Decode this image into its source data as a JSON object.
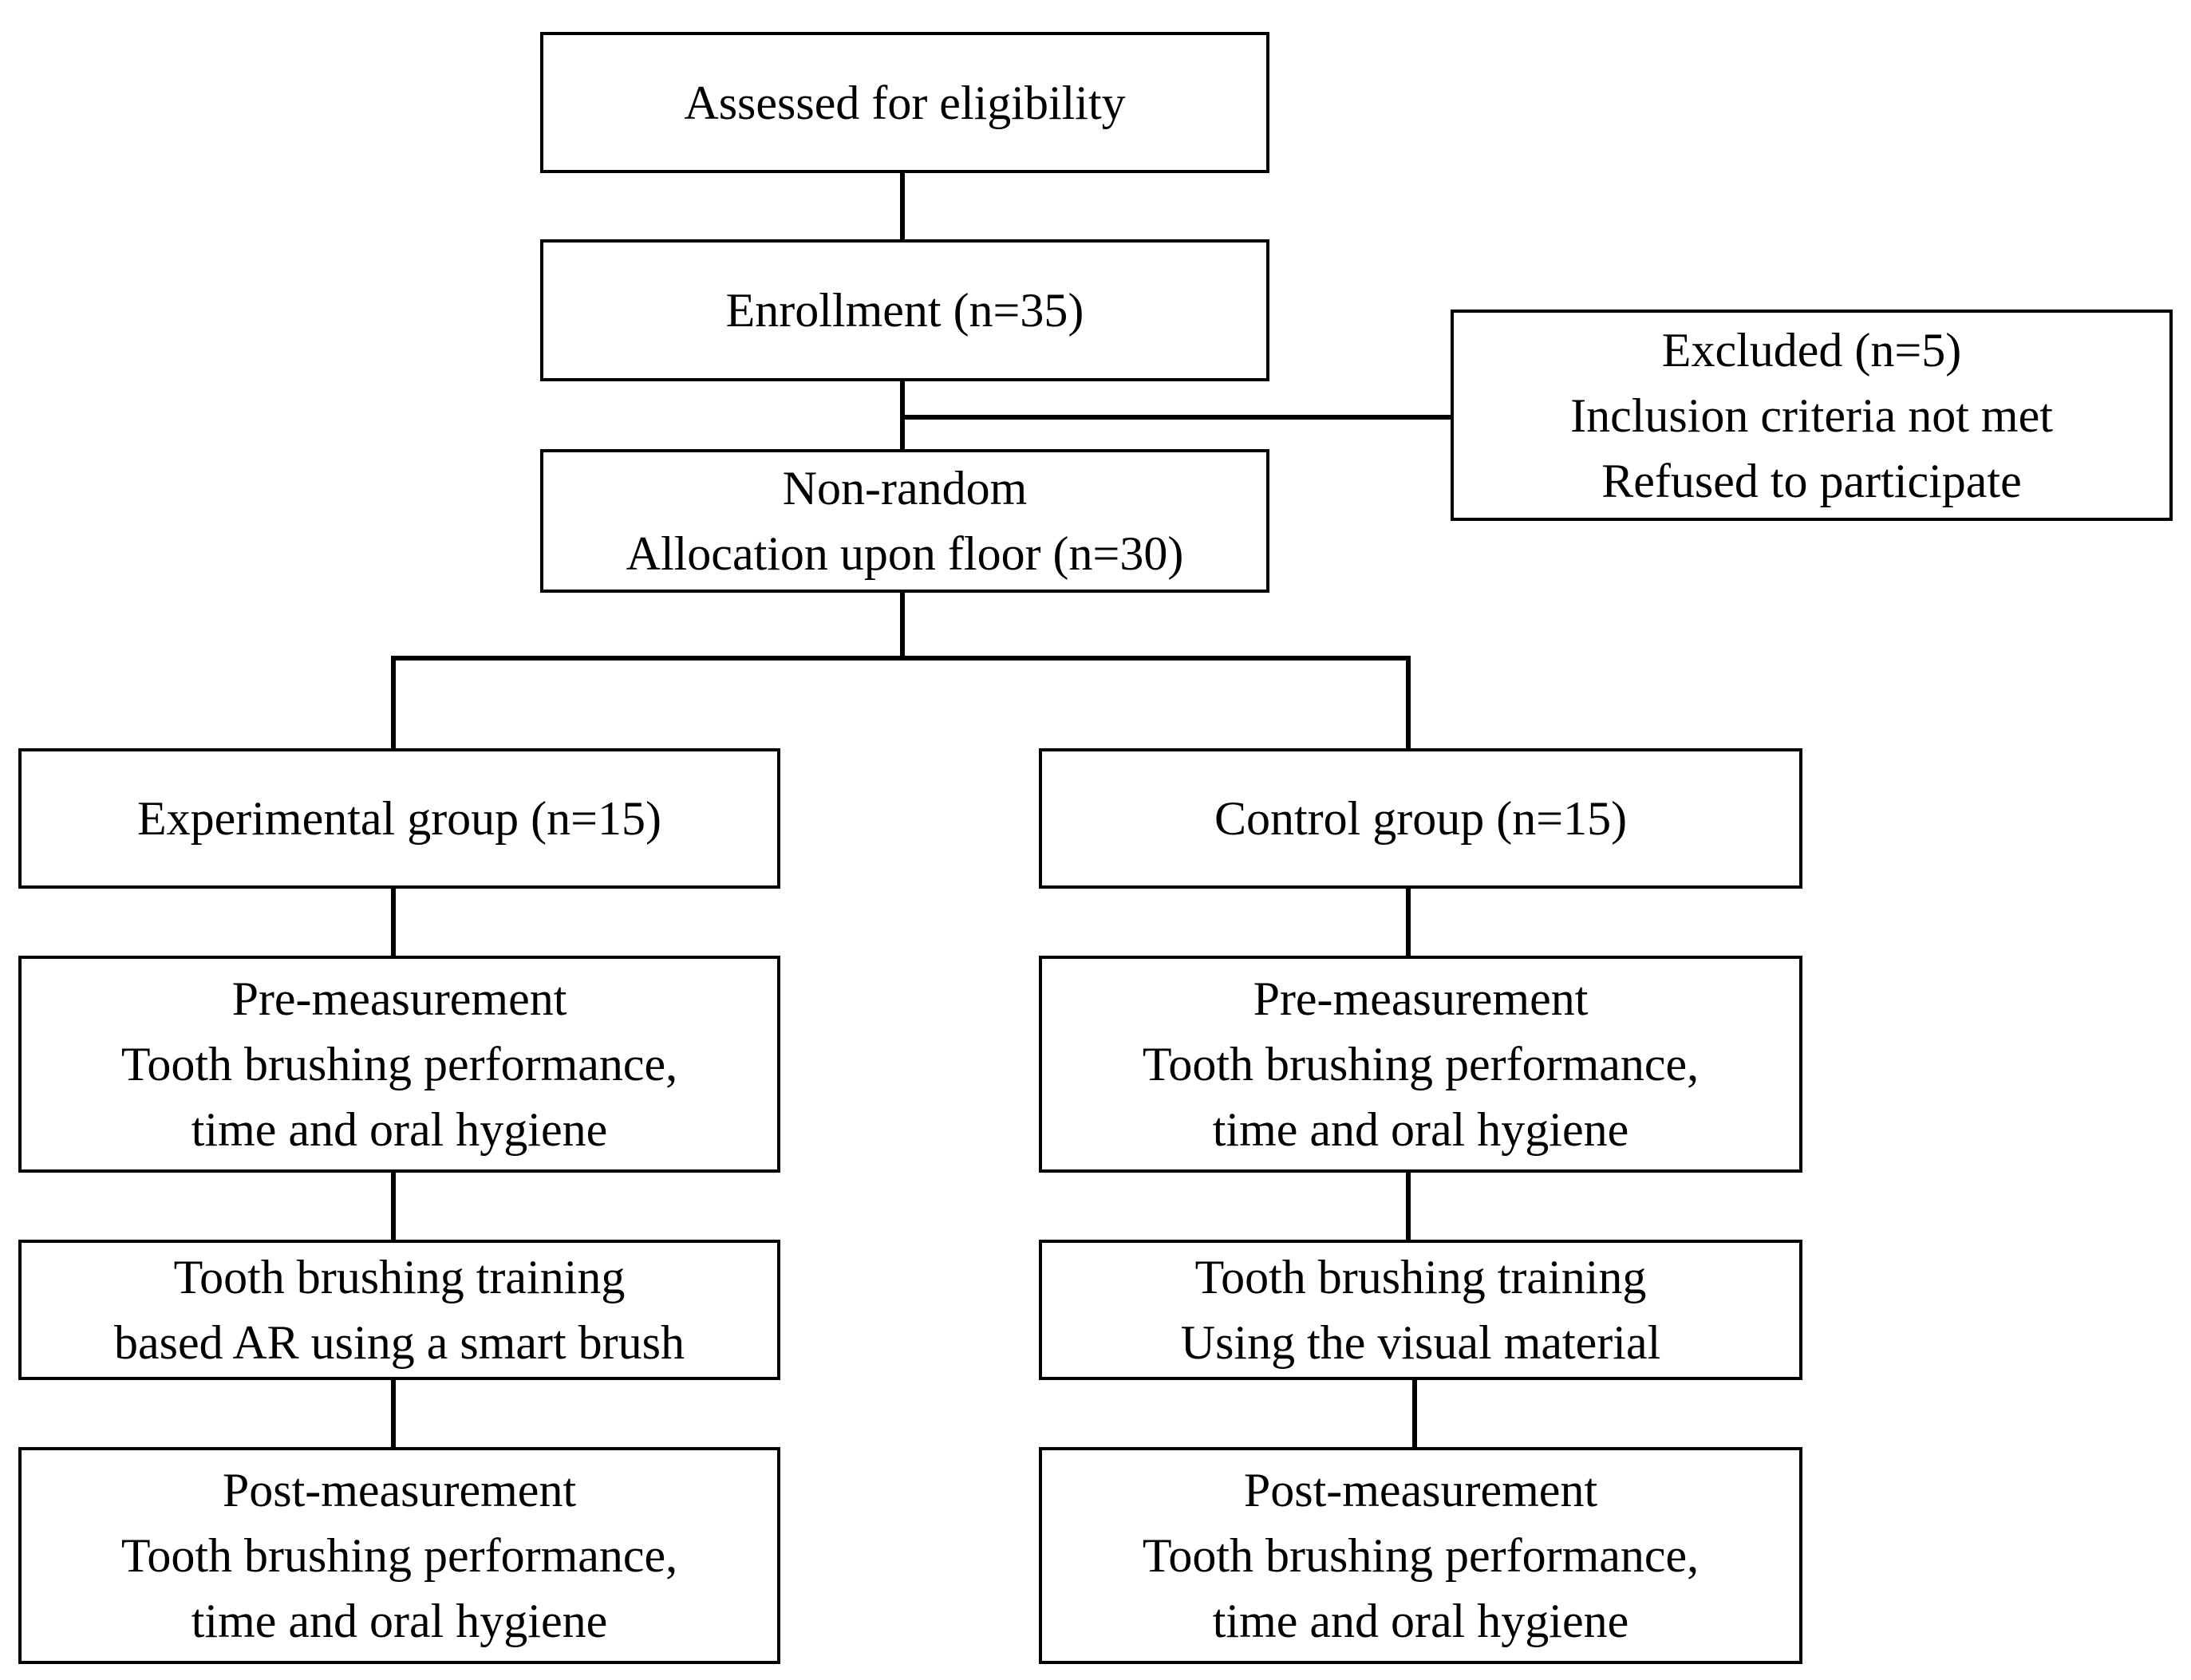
{
  "nodes": {
    "assessed": {
      "lines": [
        "Assessed for eligibility"
      ]
    },
    "enrollment": {
      "lines": [
        "Enrollment (n=35)"
      ]
    },
    "excluded": {
      "lines": [
        "Excluded (n=5)",
        "Inclusion criteria not met",
        "Refused to participate"
      ]
    },
    "allocation": {
      "lines": [
        "Non-random",
        "Allocation upon floor (n=30)"
      ]
    },
    "exp_group": {
      "lines": [
        "Experimental group (n=15)"
      ]
    },
    "ctrl_group": {
      "lines": [
        "Control group (n=15)"
      ]
    },
    "exp_pre": {
      "lines": [
        "Pre-measurement",
        "Tooth brushing performance,",
        "time and oral hygiene"
      ]
    },
    "ctrl_pre": {
      "lines": [
        "Pre-measurement",
        "Tooth brushing performance,",
        "time and oral hygiene"
      ]
    },
    "exp_training": {
      "lines": [
        "Tooth brushing training",
        "based AR using a smart brush"
      ]
    },
    "ctrl_training": {
      "lines": [
        "Tooth brushing training",
        "Using the visual material"
      ]
    },
    "exp_post": {
      "lines": [
        "Post-measurement",
        "Tooth brushing performance,",
        "time and oral hygiene"
      ]
    },
    "ctrl_post": {
      "lines": [
        "Post-measurement",
        "Tooth brushing performance,",
        "time and oral hygiene"
      ]
    }
  }
}
